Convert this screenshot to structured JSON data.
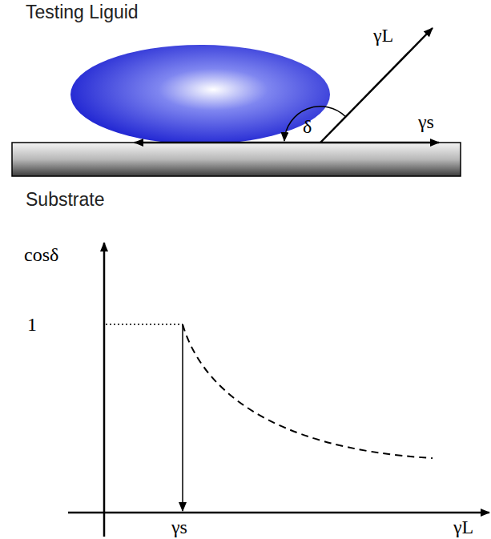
{
  "diagram": {
    "labels": [
      "Testing Liguid",
      "γL",
      "δ",
      "γs",
      "Substrate",
      "cosδ",
      "1",
      "γs",
      "γL"
    ]
  }
}
